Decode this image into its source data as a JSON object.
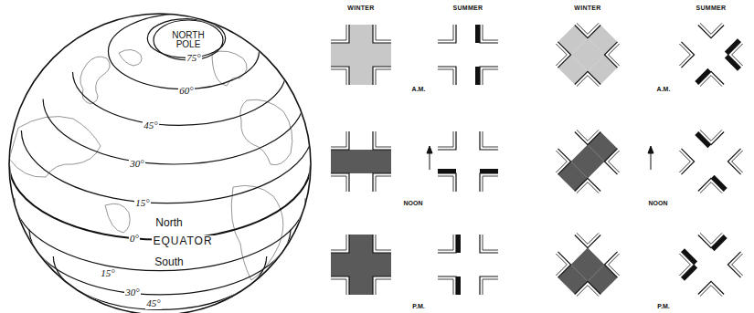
{
  "diagram": {
    "labels": [
      "NORTH POLE",
      "75°",
      "60°",
      "45°",
      "30°",
      "15°",
      "North",
      "0°",
      "EQUATOR",
      "South",
      "15°",
      "30°",
      "45°",
      "WINTER",
      "SUMMER",
      "WINTER",
      "SUMMER",
      "A.M.",
      "NOON",
      "P.M.",
      "A.M.",
      "NOON",
      "P.M."
    ]
  }
}
